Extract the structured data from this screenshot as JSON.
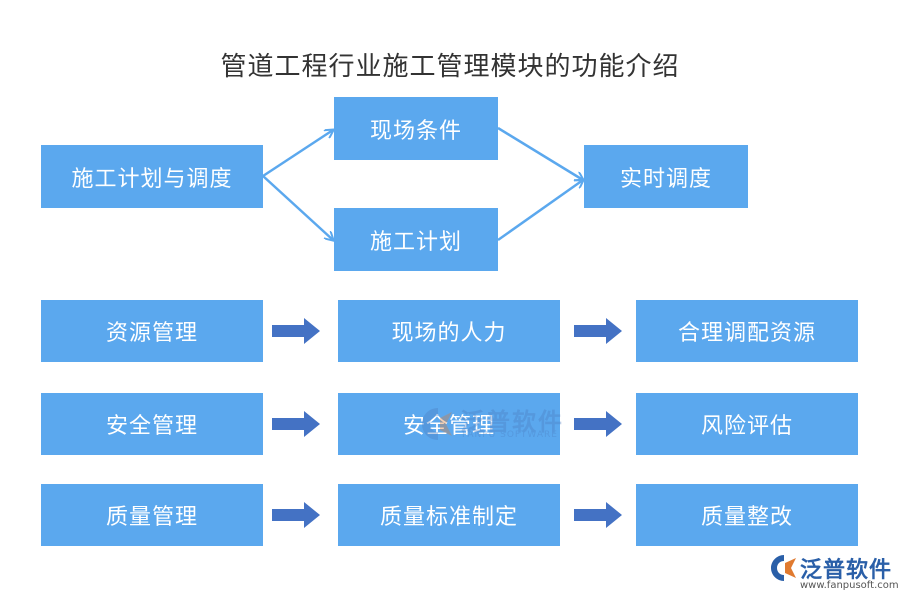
{
  "title": "管道工程行业施工管理模块的功能介绍",
  "colors": {
    "box_fill": "#5ba8ee",
    "box_text": "#ffffff",
    "flow_arrow": "#5ba8ee",
    "block_arrow": "#4472c4"
  },
  "top_flow": {
    "source": "施工计划与调度",
    "middle_upper": "现场条件",
    "middle_lower": "施工计划",
    "target": "实时调度"
  },
  "rows": [
    {
      "left": "资源管理",
      "middle": "现场的人力",
      "right": "合理调配资源"
    },
    {
      "left": "安全管理",
      "middle": "安全管理",
      "right": "风险评估"
    },
    {
      "left": "质量管理",
      "middle": "质量标准制定",
      "right": "质量整改"
    }
  ],
  "watermark": {
    "main": "泛普软件",
    "sub": "FANPU SOFTWARE"
  },
  "logo": {
    "name": "泛普软件",
    "url": "www.fanpusoft.com"
  }
}
